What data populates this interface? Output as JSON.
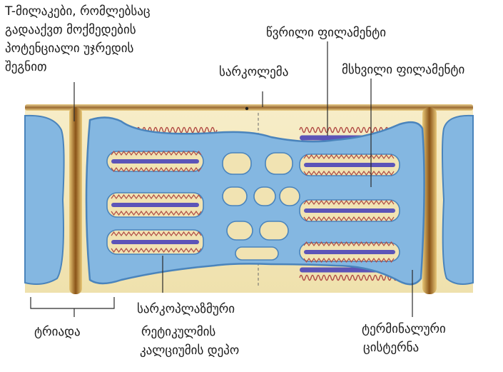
{
  "labels": {
    "t_tubules": [
      "T-მილაკები, რომლებსაც",
      "გადააქვთ მოქმედების",
      "პოტენციალი უჯრედის",
      "შეგნით"
    ],
    "thin_filament": "წვრილი ფილამენტი",
    "sarcolemma": "სარკოლემა",
    "thick_filament": "მსხვილი ფილამენტი",
    "triad": "ტრიადა",
    "sarcoplasmic_reticulum": [
      "სარკოპლაზმური",
      "რეტიკულმის",
      "კალციუმის დეპო"
    ],
    "terminal_cistern": [
      "ტერმინალური",
      "ცისტერნა"
    ]
  },
  "colors": {
    "cytoplasm": "#f3e6b6",
    "reticulum_fill": "#84b7e1",
    "reticulum_edge": "#4a84bc",
    "t_tubule": "#b8802e",
    "thick_filament": "#5c54b8",
    "thin_filament": "#b04a44",
    "leader_line": "#2a2a2a"
  }
}
